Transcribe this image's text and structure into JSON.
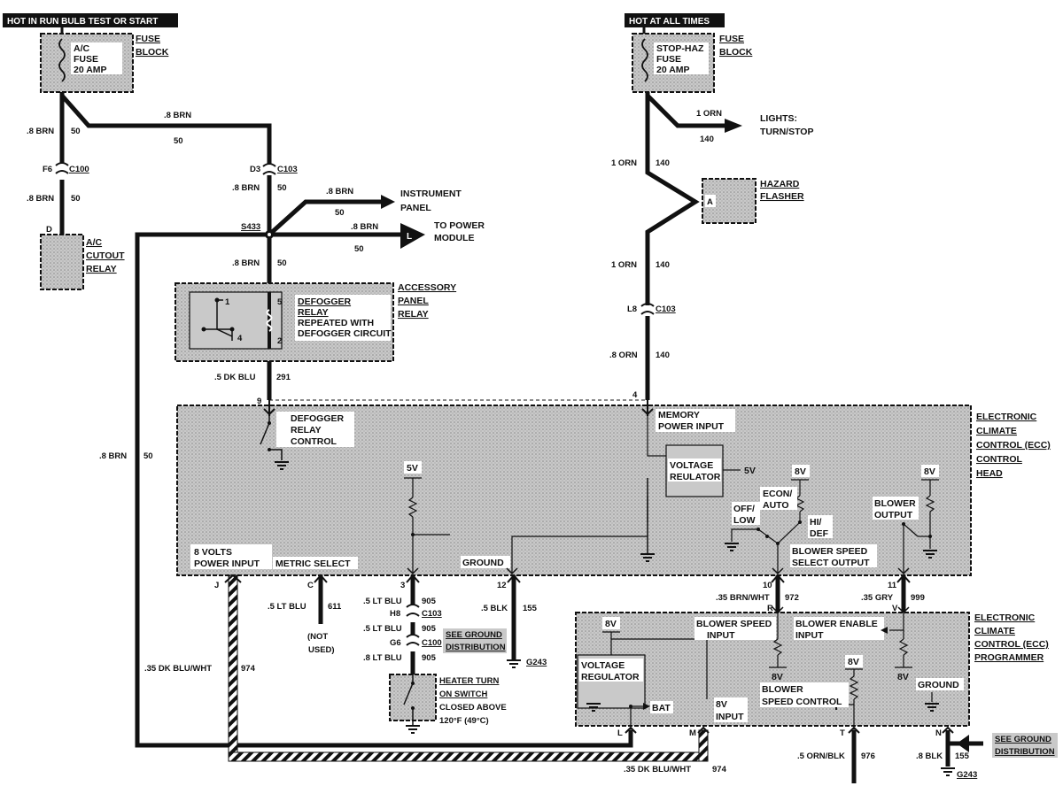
{
  "headers": {
    "left": "HOT IN RUN BULB TEST OR START",
    "right": "HOT AT ALL TIMES"
  },
  "fuse_left": {
    "l1": "A/C",
    "l2": "FUSE",
    "l3": "20 AMP",
    "tag1": "FUSE",
    "tag2": "BLOCK"
  },
  "fuse_right": {
    "l1": "STOP-HAZ",
    "l2": "FUSE",
    "l3": "20 AMP",
    "tag1": "FUSE",
    "tag2": "BLOCK"
  },
  "wires_left": {
    "w1": ".8 BRN",
    "w1c": "50",
    "w2": ".8 BRN",
    "w2c": "50",
    "w3": ".8 BRN",
    "w3c": "50",
    "f6": "F6",
    "c100": "C100",
    "d": "D"
  },
  "ac_cutout": {
    "l1": "A/C",
    "l2": "CUTOUT",
    "l3": "RELAY"
  },
  "center": {
    "d3": "D3",
    "c103": "C103",
    "w1": ".8 BRN",
    "w1c": "50",
    "s433": "S433",
    "w2": ".8 BRN",
    "w2c": "50",
    "ip_w": ".8 BRN",
    "ip_c": "50",
    "ip_l1": "INSTRUMENT",
    "ip_l2": "PANEL",
    "pm_w": ".8 BRN",
    "pm_c": "50",
    "pm_l1": "TO POWER",
    "pm_l2": "MODULE",
    "pm_pin": "L"
  },
  "left_long": {
    "w": ".8 BRN",
    "c": "50"
  },
  "defogger": {
    "l1": "DEFOGGER",
    "l2": "RELAY",
    "l3": "REPEATED WITH",
    "l4": "DEFOGGER CIRCUIT",
    "p1": "1",
    "p2": "2",
    "p4": "4",
    "p5": "5",
    "t1": "ACCESSORY",
    "t2": "PANEL",
    "t3": "RELAY",
    "below_w": ".5 DK BLU",
    "below_c": "291"
  },
  "right_side": {
    "orn1": "1 ORN",
    "orn1c": "140",
    "lights1": "LIGHTS:",
    "lights2": "TURN/STOP",
    "lights_w": "1 ORN",
    "lights_c": "140",
    "haz1": "HAZARD",
    "haz2": "FLASHER",
    "haz_pin": "A",
    "orn2": "1 ORN",
    "orn2c": "140",
    "l8": "L8",
    "c103": "C103",
    "orn3": ".8 ORN",
    "orn3c": "140"
  },
  "ecc_head": {
    "t1": "ELECTRONIC",
    "t2": "CLIMATE",
    "t3": "CONTROL (ECC)",
    "t4": "CONTROL",
    "t5": "HEAD",
    "pin9": "9",
    "pin4": "4",
    "def1": "DEFOGGER",
    "def2": "RELAY",
    "def3": "CONTROL",
    "mem1": "MEMORY",
    "mem2": "POWER INPUT",
    "vr1": "VOLTAGE",
    "vr2": "REULATOR",
    "v5a": "5V",
    "v5b": "5V",
    "v8a": "8V",
    "v8b": "8V",
    "econ1": "ECON/",
    "econ2": "AUTO",
    "off1": "OFF/",
    "off2": "LOW",
    "hi1": "HI/",
    "hi2": "DEF",
    "bo1": "BLOWER",
    "bo2": "OUTPUT",
    "bs1": "BLOWER SPEED",
    "bs2": "SELECT OUTPUT",
    "v8in1": "8 VOLTS",
    "v8in2": "POWER INPUT",
    "metric": "METRIC SELECT",
    "ground": "GROUND"
  },
  "bottom_wires": {
    "pinJ": "J",
    "pinC": "C",
    "pin3": "3",
    "pin12": "12",
    "pin10": "10",
    "pin11": "11",
    "ltblu1": ".5 LT BLU",
    "ltblu1c": "611",
    "notused1": "(NOT",
    "notused2": "USED)",
    "ltblu2": ".5 LT BLU",
    "ltblu2c": "905",
    "h8": "H8",
    "c103": "C103",
    "ltblu3": ".5 LT BLU",
    "ltblu3c": "905",
    "g6": "G6",
    "c100": "C100",
    "ltblu4": ".8 LT BLU",
    "ltblu4c": "905",
    "blk": ".5 BLK",
    "blkc": "155",
    "seeg1": "SEE GROUND",
    "seeg2": "DISTRIBUTION",
    "g243": "G243",
    "brnwht": ".35 BRN/WHT",
    "brnwhtc": "972",
    "pinR": "R",
    "gry": ".35 GRY",
    "gryc": "999",
    "pinV": "V",
    "dkbluwht": ".35 DK BLU/WHT",
    "dkbluwhtc": "974"
  },
  "heater": {
    "l1": "HEATER TURN",
    "l2": "ON SWITCH",
    "l3": "CLOSED ABOVE",
    "l4": "120°F (49°C)"
  },
  "programmer": {
    "t1": "ELECTRONIC",
    "t2": "CLIMATE",
    "t3": "CONTROL (ECC)",
    "t4": "PROGRAMMER",
    "v8a": "8V",
    "v8b": "8V",
    "v8c": "8V",
    "v8d": "8V",
    "vr1": "VOLTAGE",
    "vr2": "REGULATOR",
    "bat": "BAT",
    "in8v1": "8V",
    "in8v2": "INPUT",
    "bsi1": "BLOWER SPEED",
    "bsi2": "INPUT",
    "bei1": "BLOWER ENABLE",
    "bei2": "INPUT",
    "bsc1": "BLOWER",
    "bsc2": "SPEED CONTROL",
    "ground": "GROUND",
    "pinL": "L",
    "pinM": "M",
    "pinT": "T",
    "pinN": "N"
  },
  "prog_bottom": {
    "dkbluwht": ".35 DK BLU/WHT",
    "dkbluwhtc": "974",
    "ornblk": ".5 ORN/BLK",
    "ornblkc": "976",
    "blk": ".8 BLK",
    "blkc": "155",
    "g243": "G243",
    "seeg1": "SEE GROUND",
    "seeg2": "DISTRIBUTION"
  }
}
